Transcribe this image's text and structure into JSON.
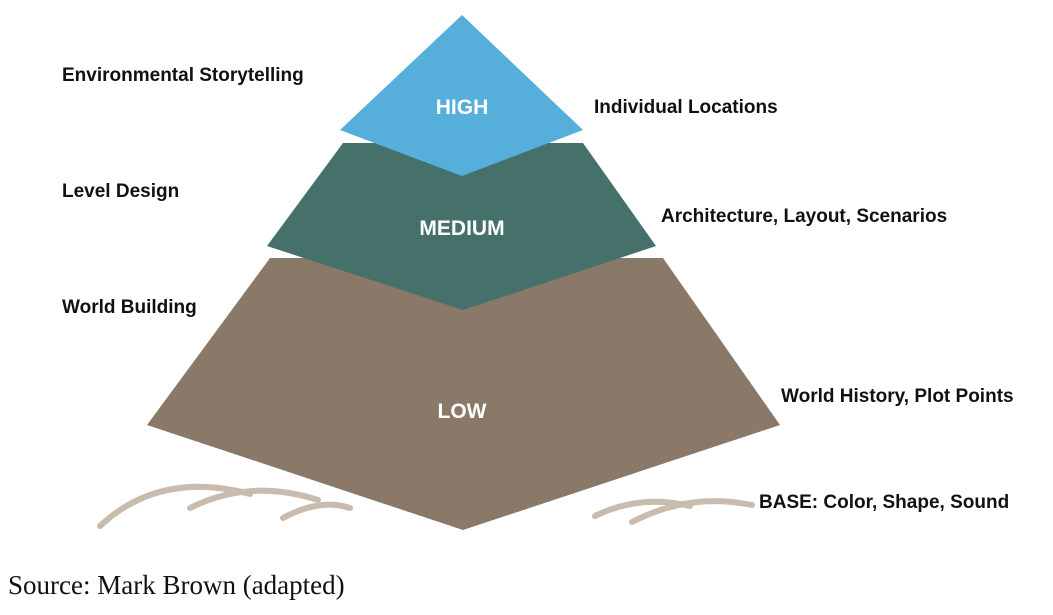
{
  "tiers": [
    {
      "id": "high",
      "label": "HIGH",
      "color": "#56AEDB",
      "left_label": "Environmental Storytelling",
      "right_label": "Individual Locations"
    },
    {
      "id": "medium",
      "label": "MEDIUM",
      "color": "#46706A",
      "left_label": "Level Design",
      "right_label": "Architecture, Layout, Scenarios"
    },
    {
      "id": "low",
      "label": "LOW",
      "color": "#8A7968",
      "left_label": "World Building",
      "right_label": "World History, Plot Points"
    }
  ],
  "base": {
    "label": "BASE: Color, Shape, Sound",
    "mound_color": "#C9BCAE"
  },
  "caption": "Source: Mark Brown (adapted)"
}
